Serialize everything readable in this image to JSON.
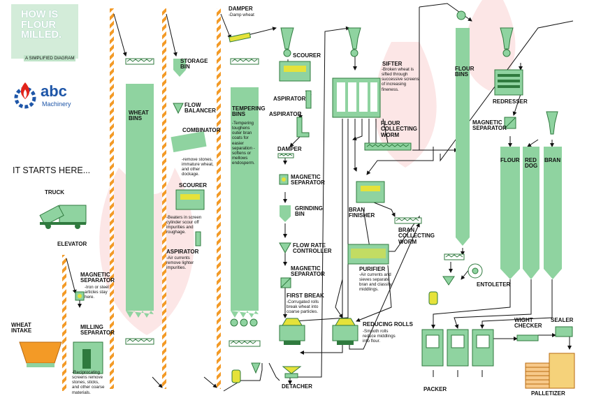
{
  "title": {
    "main": "HOW IS\nFLOUR\nMILLED.",
    "subtitle": "A SIMPLIFIED DIAGRAM"
  },
  "logo": {
    "brand": "abc",
    "tagline": "Machinery"
  },
  "intro": "IT STARTS HERE...",
  "colors": {
    "equipment": "#8fd3a0",
    "equipment_dark": "#2f7a3e",
    "arrow": "#111111",
    "elevator_orange": "#f39a26",
    "watermark": "#fbe0e0"
  },
  "steps": {
    "truck": "TRUCK",
    "elevator": "ELEVATOR",
    "wheat_intake": "WHEAT\nINTAKE",
    "magnetic_separator_1": {
      "label": "MAGNETIC\nSEPARATOR",
      "desc": "-Iron or steel\narticles stay\nhere."
    },
    "milling_separator": {
      "label": "MILLING\nSEPARATOR",
      "desc": "-Reciprocating\nscreens remove\nstones, sticks,\nand other coarse\nmaterials."
    },
    "wheat_bins": "WHEAT\nBINS",
    "storage_bin": "STORAGE\nBIN",
    "flow_balancer": "FLOW\nBALANCER",
    "combinator": {
      "label": "COMBINATOR",
      "desc": "-remove stones,\nimmature wheat,\nand other\ndockage."
    },
    "scourer_1": {
      "label": "SCOURER",
      "desc": "-Beaters in screen\ncylinder scour off\nimpurities and\nroughage."
    },
    "aspirator_1": {
      "label": "ASPIRATOR",
      "desc": "-Air currents\nremove lighter\nimpurities."
    },
    "damper_1": {
      "label": "DAMPER",
      "desc": "-Damp wheat"
    },
    "tempering_bins": {
      "label": "TEMPERING\nBINS",
      "desc": "-Tempering\ntoughens\nouter bran\ncoats for\neasier\nseparation -\nsoftens or\nmellows\nendosperm."
    },
    "scourer_2": "SCOURER",
    "aspirator_2": "ASPIRATOR",
    "aspirator_3": "ASPIRATOR",
    "damper_2": "DAMPER",
    "magnetic_separator_2": "MAGNETIC\nSEPARATOR",
    "grinding_bin": "GRINDING\nBIN",
    "flow_rate_controller": "FLOW RATE\nCONTROLLER",
    "magnetic_separator_3": "MAGNETIC\nSEPARATOR",
    "first_break": {
      "label": "FIRST BREAK",
      "desc": "-Corrugated rolls\nbreak wheat into\ncoarse particles."
    },
    "detacher": "DETACHER",
    "sifter": {
      "label": "SIFTER",
      "desc": "-Broken wheat is\nsifted through\nsuccessive screens\nof increasing\nfineness."
    },
    "flour_collecting_worm": "FLOUR\nCOLLECTING\nWORM",
    "bran_finisher": "BRAN\nFINISHER",
    "bran_collecting_worm": "BRAN\nCOLLECTING\nWORM",
    "purifier": {
      "label": "PURIFIER",
      "desc": "-Air currents and\nsieves separate\nbran and classify\nmiddlings."
    },
    "reducing_rolls": {
      "label": "REDUCING ROLLS",
      "desc": "-Smooth rolls\nreduce middlings\ninto flour."
    },
    "flour_bins": "FLOUR\nBINS",
    "redresser": "REDRESSER",
    "magnetic_separator_4": "MAGNETIC\nSEPARATOR",
    "flour": "FLOUR",
    "red_dog": "RED\nDOG",
    "bran": "BRAN",
    "entoleter": "ENTOLETER",
    "wight_checker": "WIGHT\nCHECKER",
    "sealer": "SEALER",
    "packer": "PACKER",
    "palletizer": "PALLETIZER"
  }
}
